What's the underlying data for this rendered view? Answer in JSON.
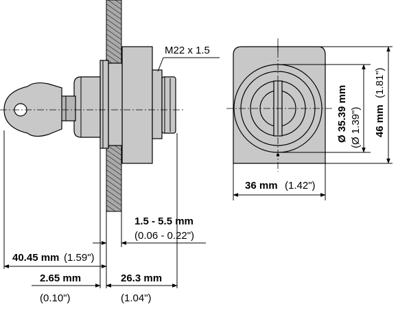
{
  "thread_label": "M22 x 1.5",
  "panel_thickness": {
    "metric": "1.5 - 5.5 mm",
    "imperial": "(0.06 - 0.22\")"
  },
  "overall_front_depth": {
    "metric": "40.45 mm",
    "imperial": "(1.59\")"
  },
  "bezel_depth": {
    "metric": "2.65 mm",
    "imperial": "(0.10\")"
  },
  "rear_depth": {
    "metric": "26.3 mm",
    "imperial": "(1.04\")"
  },
  "front_diameter": {
    "metric": "Ø 35.39 mm",
    "imperial": "(Ø 1.39\")"
  },
  "height": {
    "metric": "46 mm",
    "imperial": "(1.81\")"
  },
  "width": {
    "metric": "36 mm",
    "imperial": "(1.42\")"
  },
  "colors": {
    "part_fill": "#c8c8c8",
    "part_dark": "#b5b5b5",
    "line": "#000000"
  }
}
